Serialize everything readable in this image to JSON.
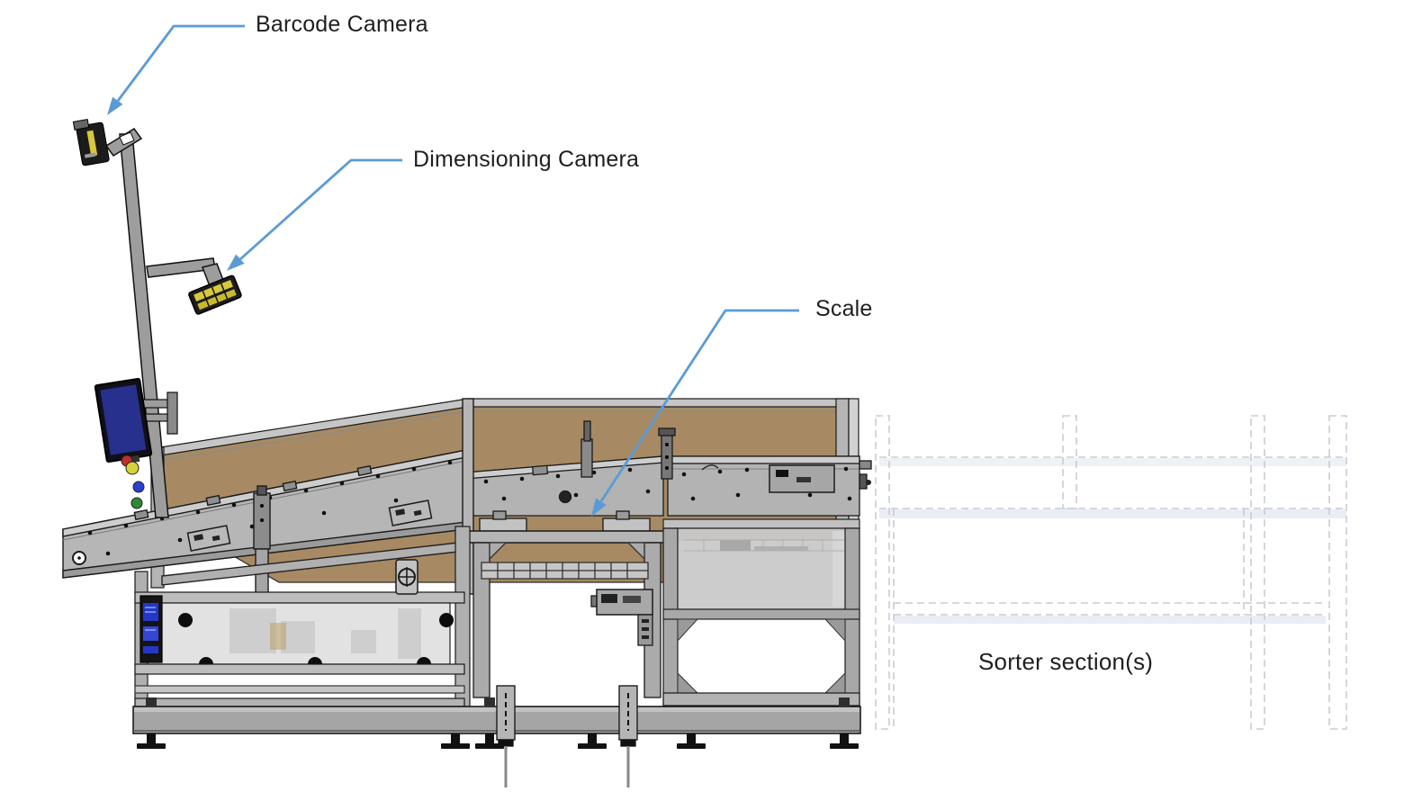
{
  "callouts": {
    "barcode_camera": "Barcode Camera",
    "dimensioning_camera": "Dimensioning Camera",
    "scale": "Scale",
    "sorter_sections": "Sorter section(s)"
  },
  "colors": {
    "callout_blue": "#5b9bd5",
    "panel_brown": "#a78a63",
    "machine_gray": "#b3b3b3",
    "frame_gray": "#c6c6c6",
    "plinth_gray": "#a5a5a5",
    "monitor_blue": "#27308c",
    "camera_accent_yellow": "#d8c83e",
    "ghost_outline_gray": "#c9ccd2",
    "label_text": "#1f1f1f",
    "background": "#ffffff"
  }
}
